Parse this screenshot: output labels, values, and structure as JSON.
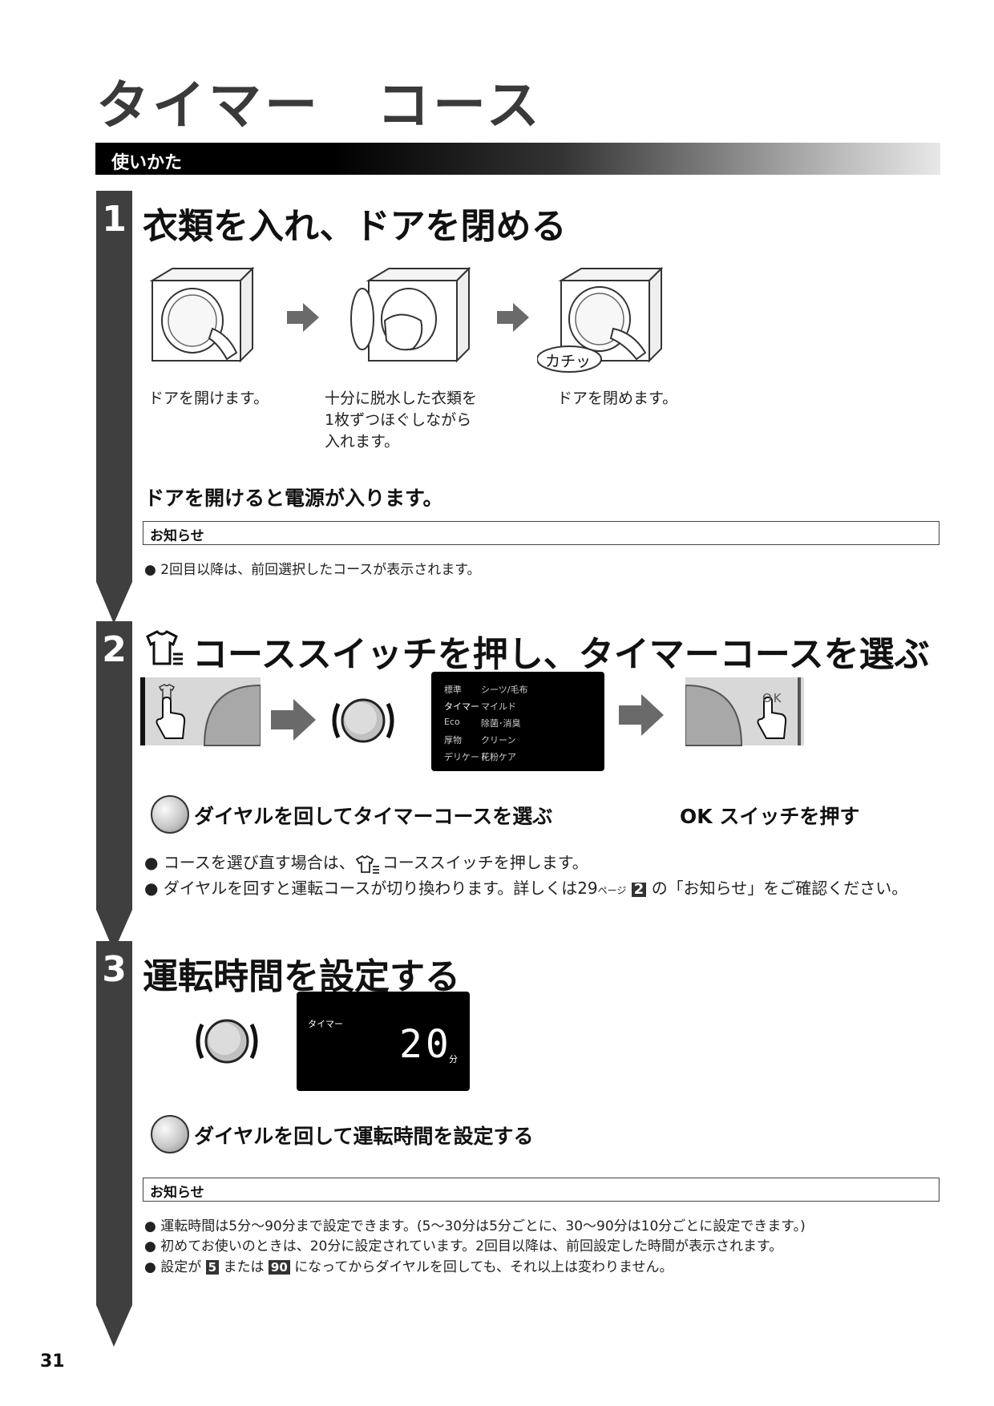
{
  "page_title": "タイマー　コース",
  "section_label": "使いかた",
  "step1": {
    "number": "1",
    "title": "衣類を入れ、ドアを閉める",
    "captions": [
      "ドアを開けます。",
      "十分に脱水した衣類を\n1枚ずつほぐしながら\n入れます。",
      "ドアを閉めます。"
    ],
    "click_label": "カチッ",
    "power_note": "ドアを開けると電源が入ります。",
    "notice_label": "お知らせ",
    "notice_items": [
      "2回目以降は、前回選択したコースが表示されます。"
    ]
  },
  "step2": {
    "number": "2",
    "title": "コーススイッチを押し、タイマーコースを選ぶ",
    "display_rows": [
      {
        "left": "標準",
        "right": "シーツ/毛布"
      },
      {
        "left": "タイマー",
        "right": "マイルド"
      },
      {
        "left": "Eco",
        "right": "除菌･消臭"
      },
      {
        "left": "厚物",
        "right": "クリーン"
      },
      {
        "left": "デリケート",
        "right": "花粉ケア"
      }
    ],
    "ok_label": "OK",
    "instruction_dial": "ダイヤルを回してタイマーコースを選ぶ",
    "instruction_ok": "OK スイッチを押す",
    "bullet1_pre": "コースを選び直す場合は、",
    "bullet1_post": "コーススイッチを押します。",
    "bullet2_pre": "ダイヤルを回すと運転コースが切り換わります。詳しくは29",
    "bullet2_page_suffix": "ページ",
    "bullet2_ref": "2",
    "bullet2_post": "の「お知らせ」をご確認ください。"
  },
  "step3": {
    "number": "3",
    "title": "運転時間を設定する",
    "display_label": "タイマー",
    "display_value": "20",
    "display_unit": "分",
    "instruction_dial": "ダイヤルを回して運転時間を設定する",
    "notice_label": "お知らせ",
    "notice_items": [
      "運転時間は5分～90分まで設定できます。(5～30分は5分ごとに、30～90分は10分ごとに設定できます。)",
      "初めてお使いのときは、20分に設定されています。2回目以降は、前回設定した時間が表示されます。"
    ],
    "bullet3_pre": "設定が",
    "bullet3_tag1": "5",
    "bullet3_mid": "または",
    "bullet3_tag2": "90",
    "bullet3_post": "になってからダイヤルを回しても、それ以上は変わりません。"
  },
  "page_number": "31",
  "icons": [
    "arrow-right-icon",
    "shirt-course-icon",
    "dial-icon",
    "hand-press-icon",
    "washer-dryer-icon"
  ]
}
